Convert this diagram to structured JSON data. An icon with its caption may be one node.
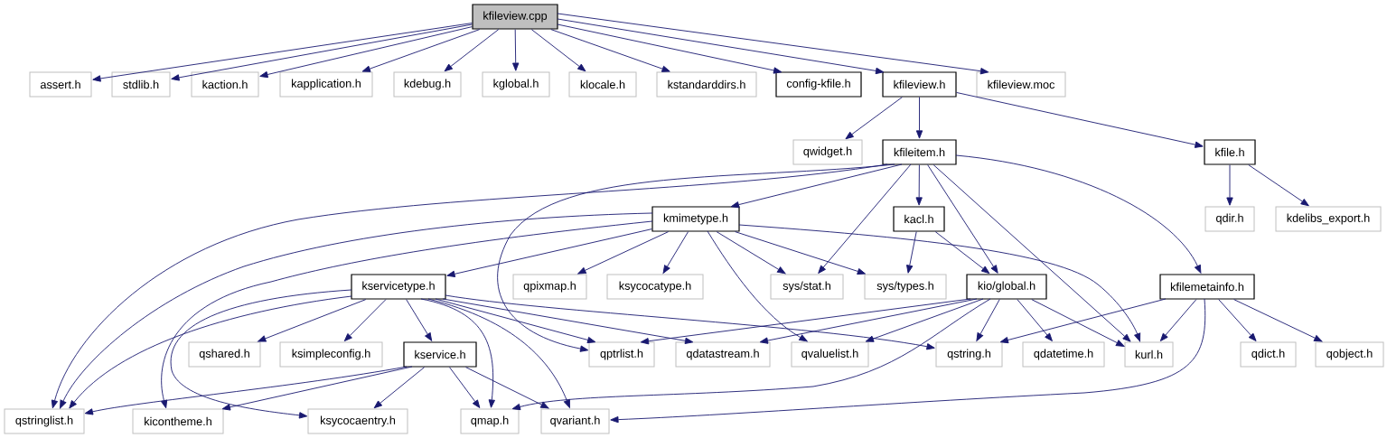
{
  "diagram": {
    "nodes": [
      {
        "text": [
          "kfileview.cpp"
        ]
      },
      {
        "text": [
          "assert.h"
        ]
      },
      {
        "text": [
          "stdlib.h"
        ]
      },
      {
        "text": [
          "kaction.h"
        ]
      },
      {
        "text": [
          "kapplication.h"
        ]
      },
      {
        "text": [
          "kdebug.h"
        ]
      },
      {
        "text": [
          "kglobal.h"
        ]
      },
      {
        "text": [
          "klocale.h"
        ]
      },
      {
        "text": [
          "kstandarddirs.h"
        ]
      },
      {
        "text": [
          "config-kfile.h"
        ]
      },
      {
        "text": [
          "kfileview.h"
        ]
      },
      {
        "text": [
          "kfileview.moc"
        ]
      },
      {
        "text": [
          "qwidget.h"
        ]
      },
      {
        "text": [
          "kfileitem.h"
        ]
      },
      {
        "text": [
          "kfile.h"
        ]
      },
      {
        "text": [
          "kmimetype.h"
        ]
      },
      {
        "text": [
          "kacl.h"
        ]
      },
      {
        "text": [
          "qdir.h"
        ]
      },
      {
        "text": [
          "kdelibs_export.h"
        ]
      },
      {
        "text": [
          "kservicetype.h"
        ]
      },
      {
        "text": [
          "qpixmap.h"
        ]
      },
      {
        "text": [
          "ksycocatype.h"
        ]
      },
      {
        "text": [
          "sys/stat.h"
        ]
      },
      {
        "text": [
          "sys/types.h"
        ]
      },
      {
        "text": [
          "kio/global.h"
        ]
      },
      {
        "text": [
          "kfilemetainfo.h"
        ]
      },
      {
        "text": [
          "qshared.h"
        ]
      },
      {
        "text": [
          "ksimpleconfig.h"
        ]
      },
      {
        "text": [
          "kservice.h"
        ]
      },
      {
        "text": [
          "qptrlist.h"
        ]
      },
      {
        "text": [
          "qdatastream.h"
        ]
      },
      {
        "text": [
          "qvaluelist.h"
        ]
      },
      {
        "text": [
          "qstring.h"
        ]
      },
      {
        "text": [
          "qdatetime.h"
        ]
      },
      {
        "text": [
          "kurl.h"
        ]
      },
      {
        "text": [
          "qdict.h"
        ]
      },
      {
        "text": [
          "qobject.h"
        ]
      },
      {
        "text": [
          "qstringlist.h"
        ]
      },
      {
        "text": [
          "kicontheme.h"
        ]
      },
      {
        "text": [
          "ksycocaentry.h"
        ]
      },
      {
        "text": [
          "qmap.h"
        ]
      },
      {
        "text": [
          "qvariant.h"
        ]
      }
    ],
    "edges": [
      {
        "from": 0,
        "to": 1,
        "arrow": "to"
      },
      {
        "from": 0,
        "to": 2,
        "arrow": "to"
      },
      {
        "from": 0,
        "to": 3,
        "arrow": "to"
      },
      {
        "from": 0,
        "to": 4,
        "arrow": "to"
      },
      {
        "from": 0,
        "to": 5,
        "arrow": "to"
      },
      {
        "from": 0,
        "to": 6,
        "arrow": "to"
      },
      {
        "from": 0,
        "to": 7,
        "arrow": "to"
      },
      {
        "from": 0,
        "to": 8,
        "arrow": "to"
      },
      {
        "from": 0,
        "to": 9,
        "arrow": "to"
      },
      {
        "from": 0,
        "to": 10,
        "arrow": "to"
      },
      {
        "from": 0,
        "to": 11,
        "arrow": "to"
      },
      {
        "from": 10,
        "to": 12,
        "arrow": "to"
      },
      {
        "from": 10,
        "to": 13,
        "arrow": "to"
      },
      {
        "from": 10,
        "to": 14,
        "arrow": "to"
      },
      {
        "from": 13,
        "to": 37,
        "arrow": "to"
      },
      {
        "from": 13,
        "to": 29,
        "arrow": "to"
      },
      {
        "from": 13,
        "to": 15,
        "arrow": "to"
      },
      {
        "from": 13,
        "to": 22,
        "arrow": "to"
      },
      {
        "from": 13,
        "to": 16,
        "arrow": "to"
      },
      {
        "from": 13,
        "to": 24,
        "arrow": "to"
      },
      {
        "from": 13,
        "to": 34,
        "arrow": "to"
      },
      {
        "from": 13,
        "to": 25,
        "arrow": "to"
      },
      {
        "from": 14,
        "to": 17,
        "arrow": "to"
      },
      {
        "from": 14,
        "to": 18,
        "arrow": "to"
      },
      {
        "from": 15,
        "to": 19,
        "arrow": "to"
      },
      {
        "from": 15,
        "to": 37,
        "arrow": "to"
      },
      {
        "from": 15,
        "to": 38,
        "arrow": "to"
      },
      {
        "from": 15,
        "to": 20,
        "arrow": "to"
      },
      {
        "from": 15,
        "to": 21,
        "arrow": "to"
      },
      {
        "from": 15,
        "to": 22,
        "arrow": "to"
      },
      {
        "from": 15,
        "to": 23,
        "arrow": "to"
      },
      {
        "from": 15,
        "to": 31,
        "arrow": "to"
      },
      {
        "from": 15,
        "to": 34,
        "arrow": "to"
      },
      {
        "from": 16,
        "to": 23,
        "arrow": "to"
      },
      {
        "from": 16,
        "to": 24,
        "arrow": "to"
      },
      {
        "from": 19,
        "to": 37,
        "arrow": "to"
      },
      {
        "from": 19,
        "to": 39,
        "arrow": "to"
      },
      {
        "from": 19,
        "to": 26,
        "arrow": "to"
      },
      {
        "from": 19,
        "to": 27,
        "arrow": "to"
      },
      {
        "from": 19,
        "to": 28,
        "arrow": "to"
      },
      {
        "from": 19,
        "to": 29,
        "arrow": "to"
      },
      {
        "from": 19,
        "to": 30,
        "arrow": "to"
      },
      {
        "from": 19,
        "to": 32,
        "arrow": "to"
      },
      {
        "from": 19,
        "to": 40,
        "arrow": "to"
      },
      {
        "from": 19,
        "to": 41,
        "arrow": "to"
      },
      {
        "from": 24,
        "to": 29,
        "arrow": "to"
      },
      {
        "from": 24,
        "to": 30,
        "arrow": "to"
      },
      {
        "from": 24,
        "to": 31,
        "arrow": "to"
      },
      {
        "from": 24,
        "to": 40,
        "arrow": "to"
      },
      {
        "from": 24,
        "to": 32,
        "arrow": "to"
      },
      {
        "from": 24,
        "to": 33,
        "arrow": "to"
      },
      {
        "from": 24,
        "to": 34,
        "arrow": "to"
      },
      {
        "from": 25,
        "to": 32,
        "arrow": "to"
      },
      {
        "from": 25,
        "to": 34,
        "arrow": "to"
      },
      {
        "from": 25,
        "to": 35,
        "arrow": "to"
      },
      {
        "from": 25,
        "to": 36,
        "arrow": "to"
      },
      {
        "from": 25,
        "to": 41,
        "arrow": "to"
      },
      {
        "from": 28,
        "to": 37,
        "arrow": "to"
      },
      {
        "from": 28,
        "to": 38,
        "arrow": "to"
      },
      {
        "from": 28,
        "to": 39,
        "arrow": "to"
      },
      {
        "from": 28,
        "to": 40,
        "arrow": "to"
      },
      {
        "from": 28,
        "to": 41,
        "arrow": "to"
      }
    ]
  }
}
